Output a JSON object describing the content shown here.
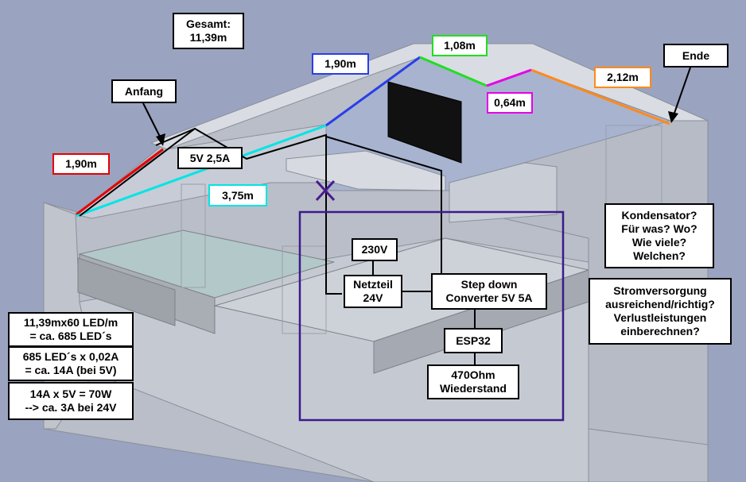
{
  "title_box": {
    "line1": "Gesamt:",
    "line2": "11,39m"
  },
  "labels": {
    "anfang": "Anfang",
    "ende": "Ende",
    "psu5v": "5V 2,5A"
  },
  "segments": [
    {
      "id": "red",
      "length": "1,90m",
      "color": "#e60000"
    },
    {
      "id": "cyan",
      "length": "3,75m",
      "color": "#00e5e5"
    },
    {
      "id": "blue",
      "length": "1,90m",
      "color": "#2a3ee6"
    },
    {
      "id": "green",
      "length": "1,08m",
      "color": "#22dd22"
    },
    {
      "id": "magenta",
      "length": "0,64m",
      "color": "#e600e6"
    },
    {
      "id": "orange",
      "length": "2,12m",
      "color": "#ff8a1a"
    }
  ],
  "circuit": {
    "frame_color": "#3d1a8c",
    "mains": "230V",
    "netzteil": {
      "line1": "Netzteil",
      "line2": "24V"
    },
    "stepdown": {
      "line1": "Step down",
      "line2": "Converter 5V 5A"
    },
    "esp": "ESP32",
    "resistor": {
      "line1": "470Ohm",
      "line2": "Wiederstand"
    }
  },
  "calculations": [
    {
      "line1": "11,39mx60 LED/m",
      "line2": "= ca. 685 LED´s"
    },
    {
      "line1": "685 LED´s x 0,02A",
      "line2": "= ca. 14A (bei 5V)"
    },
    {
      "line1": "14A x 5V = 70W",
      "line2": "--> ca. 3A bei 24V"
    }
  ],
  "questions": {
    "kondensator": [
      "Kondensator?",
      "Für was? Wo?",
      "Wie viele?",
      "Welchen?"
    ],
    "strom": [
      "Stromversorgung",
      "ausreichend/richtig?",
      "Verlustleistungen",
      "einberechnen?"
    ]
  }
}
